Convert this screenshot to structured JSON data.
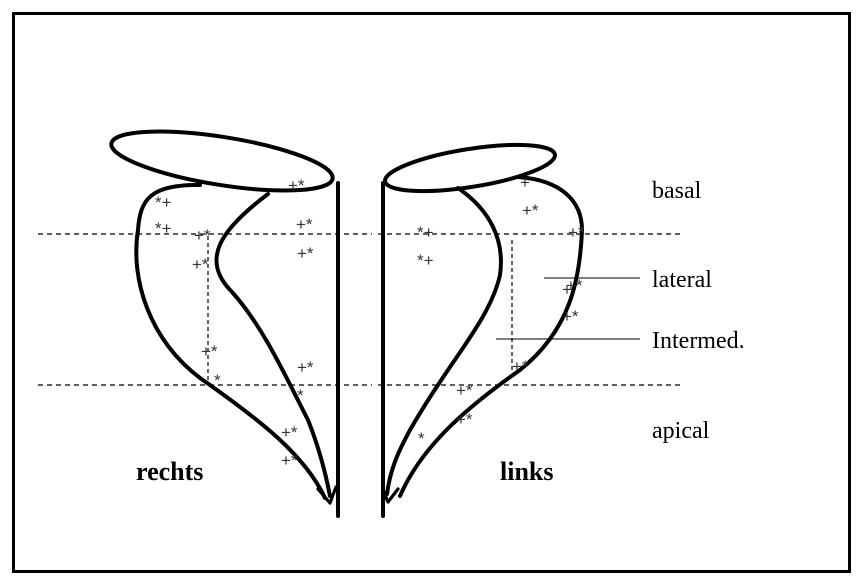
{
  "labels": {
    "basal": "basal",
    "lateral": "lateral",
    "intermed": "Intermed.",
    "apical": "apical",
    "right_side": "rechts",
    "left_side": "links"
  },
  "marks": {
    "right": [
      "+*",
      "*+",
      "*+",
      "+*",
      "+*",
      "+*",
      "+*",
      "+*",
      "*",
      "+*",
      "+*",
      "+*",
      "*",
      "+*",
      "+*"
    ],
    "left": [
      "+",
      "+*",
      "+*",
      "*+",
      "*+",
      "+",
      "+*",
      "+*",
      "+*",
      "+*",
      "+*",
      "+*",
      "*"
    ]
  },
  "colors": {
    "stroke": "#000000",
    "marks": "#333333",
    "background": "#ffffff"
  }
}
